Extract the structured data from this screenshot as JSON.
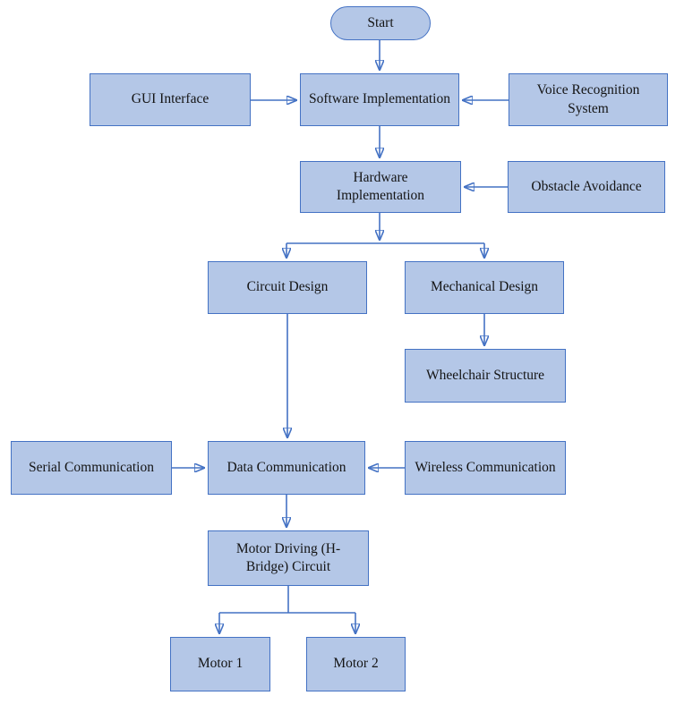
{
  "colors": {
    "node_fill": "#b4c7e7",
    "node_border": "#4472c4",
    "connector": "#4472c4",
    "text": "#141414",
    "background": "#ffffff"
  },
  "nodes": {
    "start": {
      "label": "Start",
      "shape": "terminator"
    },
    "gui": {
      "label": "GUI Interface",
      "shape": "process"
    },
    "software": {
      "label": "Software Implementation",
      "shape": "process"
    },
    "voice": {
      "label": "Voice Recognition System",
      "shape": "process"
    },
    "hardware": {
      "label": "Hardware Implementation",
      "shape": "process"
    },
    "obstacle": {
      "label": "Obstacle Avoidance",
      "shape": "process"
    },
    "circuit": {
      "label": "Circuit Design",
      "shape": "process"
    },
    "mechanical": {
      "label": "Mechanical Design",
      "shape": "process"
    },
    "wheelchair": {
      "label": "Wheelchair Structure",
      "shape": "process"
    },
    "serial": {
      "label": "Serial Communication",
      "shape": "process"
    },
    "datacomm": {
      "label": "Data Communication",
      "shape": "process"
    },
    "wireless": {
      "label": "Wireless Communication",
      "shape": "process"
    },
    "motordriving": {
      "label": "Motor Driving (H-Bridge) Circuit",
      "shape": "process"
    },
    "motor1": {
      "label": "Motor 1",
      "shape": "process"
    },
    "motor2": {
      "label": "Motor 2",
      "shape": "process"
    }
  },
  "edges": [
    {
      "from": "start",
      "to": "software",
      "arrow": true
    },
    {
      "from": "gui",
      "to": "software",
      "arrow": true
    },
    {
      "from": "voice",
      "to": "software",
      "arrow": true
    },
    {
      "from": "software",
      "to": "hardware",
      "arrow": true
    },
    {
      "from": "obstacle",
      "to": "hardware",
      "arrow": true
    },
    {
      "from": "hardware",
      "to": "branch-junction",
      "arrow": true
    },
    {
      "from": "branch-junction",
      "to": "circuit",
      "arrow": true
    },
    {
      "from": "branch-junction",
      "to": "mechanical",
      "arrow": true
    },
    {
      "from": "mechanical",
      "to": "wheelchair",
      "arrow": true
    },
    {
      "from": "circuit",
      "to": "datacomm",
      "arrow": true
    },
    {
      "from": "serial",
      "to": "datacomm",
      "arrow": true
    },
    {
      "from": "wireless",
      "to": "datacomm",
      "arrow": true
    },
    {
      "from": "datacomm",
      "to": "motordriving",
      "arrow": true
    },
    {
      "from": "motordriving",
      "to": "motor-junction",
      "arrow": false
    },
    {
      "from": "motor-junction",
      "to": "motor1",
      "arrow": true
    },
    {
      "from": "motor-junction",
      "to": "motor2",
      "arrow": true
    }
  ]
}
